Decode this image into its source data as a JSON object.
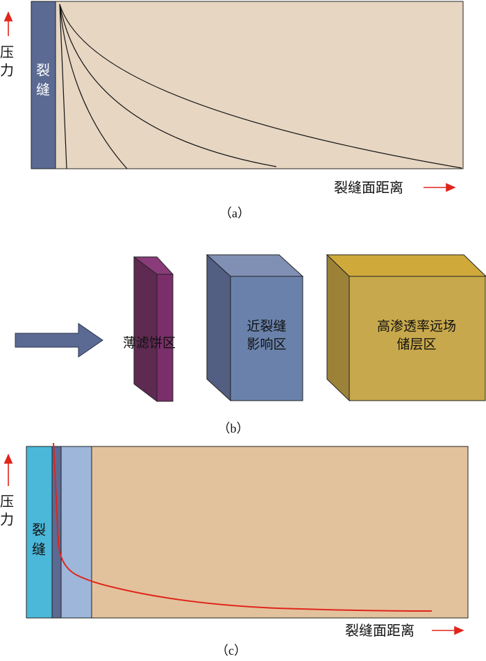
{
  "panel_a": {
    "y_axis_label": "压力",
    "fracture_label": "裂缝",
    "x_axis_label": "裂缝面距离",
    "caption": "（a）",
    "colors": {
      "fracture": "#5b6a92",
      "reservoir": "#e6d6c2",
      "curves": "#111111"
    }
  },
  "panel_b": {
    "zone_filter_cake": "薄滤饼区",
    "zone_near_fracture": [
      "近裂缝",
      "影响区"
    ],
    "zone_far_field": [
      "高渗透率远场",
      "储层区"
    ],
    "caption": "（b）",
    "colors": {
      "arrow": "#5b6a92",
      "filter_cake": "#7a2f6a",
      "near_zone": "#6a82ab",
      "far_zone": "#c8a84c"
    }
  },
  "panel_c": {
    "y_axis_label": "压力",
    "fracture_label": "裂缝",
    "x_axis_label": "裂缝面距离",
    "caption": "（c）",
    "colors": {
      "fracture": "#4bb8d9",
      "filter_cake": "#5b6a92",
      "near_zone": "#9db6d9",
      "reservoir": "#e2c29c",
      "curve": "#e0251c"
    }
  }
}
